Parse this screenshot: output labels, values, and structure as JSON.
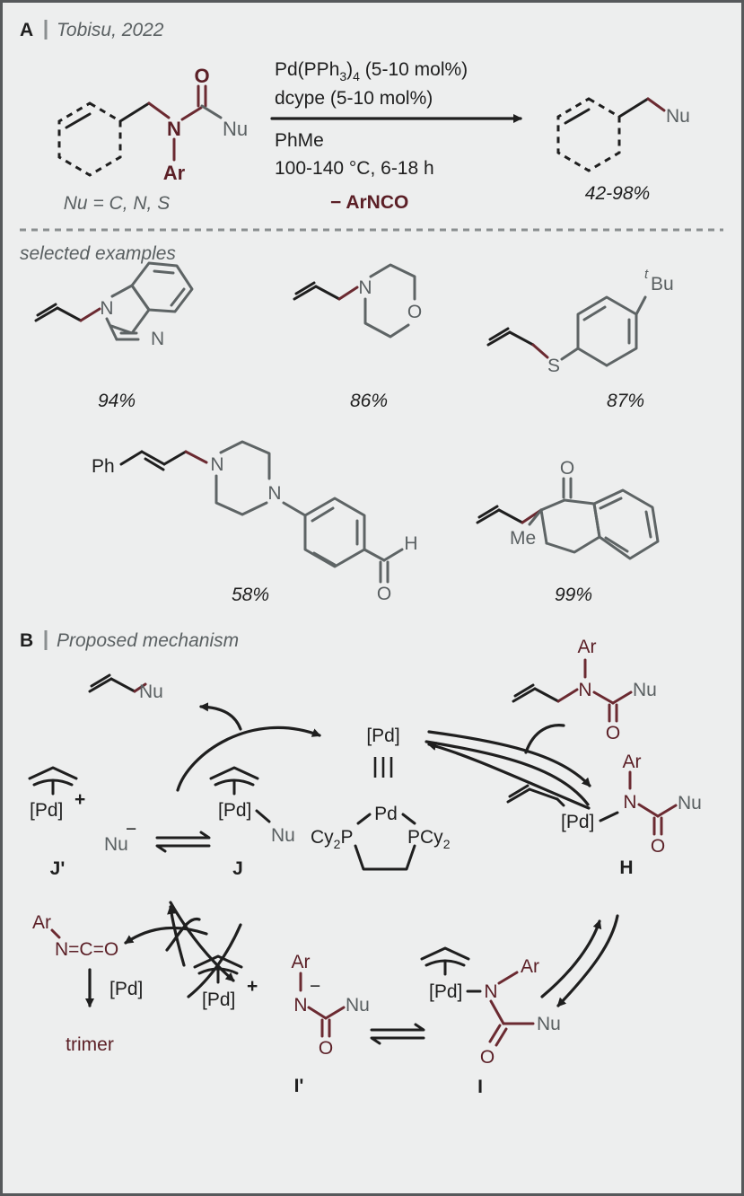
{
  "panel_a": {
    "letter": "A",
    "caption": "Tobisu, 2022",
    "sm_N": "N",
    "sm_O": "O",
    "sm_Ar": "Ar",
    "sm_Nu": "Nu",
    "scope": "Nu = C, N, S",
    "cond_pd": "Pd(PPh",
    "cond_pd_sub": "3",
    "cond_pd_sub2": "4",
    "cond_pd_tail": " (5-10 mol%)",
    "cond_pd_close": ")",
    "cond_ligand": "dcype (5-10 mol%)",
    "cond_solvent": "PhMe",
    "cond_temp": "100-140 °C, 6-18 h",
    "byproduct": "− ArNCO",
    "product_Nu": "Nu",
    "yield_range": "42-98%",
    "examples_label": "selected examples"
  },
  "examples": [
    {
      "atoms": [
        "N",
        "N"
      ],
      "yield": "94%"
    },
    {
      "atoms": [
        "N",
        "O"
      ],
      "yield": "86%"
    },
    {
      "atoms": [
        "S",
        "t",
        "Bu"
      ],
      "yield": "87%"
    },
    {
      "atoms": [
        "Ph",
        "N",
        "N",
        "H",
        "O"
      ],
      "yield": "58%"
    },
    {
      "atoms": [
        "O",
        "Me"
      ],
      "yield": "99%"
    }
  ],
  "panel_b": {
    "letter": "B",
    "caption": "Proposed mechanism",
    "pd": "[Pd]",
    "equiv": "|||",
    "ligand_pd": "Pd",
    "ligand_left": "Cy",
    "ligand_left_sub": "2",
    "ligand_left_P": "P",
    "ligand_right_P": "P",
    "ligand_right": "Cy",
    "ligand_right_sub": "2",
    "product_Nu": "Nu",
    "substrate_Ar": "Ar",
    "substrate_N": "N",
    "substrate_Nu": "Nu",
    "substrate_O": "O",
    "H_pd": "[Pd]",
    "H_Ar": "Ar",
    "H_N": "N",
    "H_Nu": "Nu",
    "H_O": "O",
    "H_label": "H",
    "J_pd": "[Pd]",
    "J_Nu": "Nu",
    "J_label": "J",
    "Jp_pd": "[Pd]",
    "Jp_plus": "+",
    "Jp_Nu": "Nu",
    "Jp_minus": "−",
    "Jp_label": "J'",
    "iso_Ar": "Ar",
    "iso_NCO": "N=C=O",
    "iso_pd": "[Pd]",
    "iso_trimer": "trimer",
    "Ip_pd": "[Pd]",
    "Ip_plus": "+",
    "Ip_Ar": "Ar",
    "Ip_N": "N",
    "Ip_minus": "−",
    "Ip_Nu": "Nu",
    "Ip_O": "O",
    "Ip_label": "I'",
    "I_pd": "[Pd]",
    "I_N": "N",
    "I_Ar": "Ar",
    "I_Nu": "Nu",
    "I_O": "O",
    "I_label": "I"
  },
  "colors": {
    "ink": "#1f1f1f",
    "gray": "#5a6062",
    "maroon": "#5b1f26",
    "background": "#edeeee",
    "frame": "#56595b"
  }
}
